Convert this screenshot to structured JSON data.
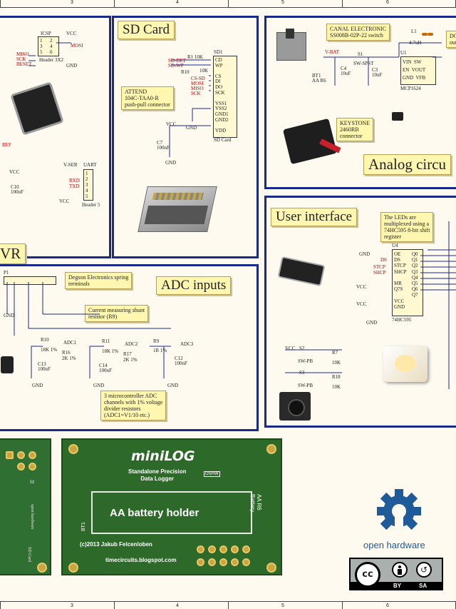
{
  "ruler": {
    "labels": [
      "3",
      "4",
      "5",
      "6"
    ]
  },
  "avr": {
    "title": "VR",
    "icsp_label": "ICSP",
    "vcc": "VCC",
    "miso": "MISO",
    "sck": "SCK",
    "reset": "RESET",
    "mosi": "MOSI",
    "header": "Header 3X2",
    "pins_left": "1\n3\n5",
    "pins_right": "2\n4\n6",
    "gnd": "GND",
    "ref": "REF",
    "vcc2": "VCC",
    "c10": "C10\n100nF",
    "vser": "V-SER",
    "uart": "UART",
    "uart_pins": "1\n2\n3\n4\n5",
    "header5": "Header 5",
    "rxd_txd": "RXD\nTXD"
  },
  "sd": {
    "title": "SD Card",
    "sd1": "SD1",
    "r1": "R1 10K",
    "sd_det": "SD-DET",
    "sd_wp": "SD-WP",
    "r10": "R10",
    "cs": "CS-SD",
    "mosi": "MOSI",
    "miso": "MISO",
    "sck": "SCK",
    "pins": "CD\nWP\n\nCS\nDI\nDO\nSCK\n\nVSS1\nVSS2\nGND1\nGND2\n\nVDD",
    "note": "ATTEND\n104C-TAA0-R\npush-pull connector",
    "vcc": "VCC",
    "c7": "C7\n100nF",
    "gnd": "GND",
    "part": "SD Card",
    "r10k": "10K"
  },
  "analog": {
    "title": "Analog circu",
    "note_switch": "CANAL ELECTRONIC\nSS008B-02P-22 switch",
    "l1": "L1",
    "l1_val": "4.7uH",
    "dc": "DC\nout",
    "vbat": "V-BAT",
    "s1": "S1",
    "s1_name": "SW-SPST",
    "u1": "U1",
    "u1_pins": "VIN  SW\nEN  VOUT\nGND  VFB",
    "u1_part": "MCP1624",
    "bt1": "BT1\nAA R6",
    "c4": "C4\n10uF",
    "c3": "C3\n10uF",
    "note_keystone": "KEYSTONE\n2460RB\nconnector",
    "gnd": "GND"
  },
  "ui": {
    "title": "User interface",
    "note_led": "The LEDs are\nmultiplexed using a\n74HC595 8-bit shift\nregister",
    "u4": "U4",
    "u4_pins_left": "OE\nDS\nSTCP\nSHCP\n\nMR\nQ7S\n\nVCC\nGND",
    "u4_pins_right": "Q0\nQ1\nQ2\nQ3\nQ4\nQ5\nQ6\nQ7",
    "u4_part": "74HC595",
    "ds": "DS",
    "stcp": "STCP",
    "shcp": "SHCP",
    "vcc": "VCC",
    "gnd": "GND",
    "s2": "S2",
    "s3": "S3",
    "swpb": "SW-PB",
    "r7": "R7",
    "r18": "R18",
    "r10k": "10K"
  },
  "adc": {
    "title": "ADC inputs",
    "p1": "P1",
    "note_terminals": "Degson Electronics spring\nterminals",
    "note_shunt": "Current measuring shunt\nresistor (R9)",
    "r10": "R10",
    "r10_val": "18K 1%",
    "r16": "R16",
    "r16_val": "2K 1%",
    "adc1": "ADC1",
    "r11": "R11",
    "r11_val": "18K 1%",
    "r17": "R17",
    "r17_val": "2K 1%",
    "adc2": "ADC2",
    "r9": "R9",
    "r9_val": "1R 1%",
    "adc3": "ADC3",
    "c13": "C13\n100nF",
    "c14": "C14\n100nF",
    "c12": "C12\n100nF",
    "gnd": "GND",
    "note_adc": "3 microcontroller ADC\nchannels with 1% voltage\ndivider resistors\n(ADC1=V1/10 etc.)"
  },
  "pcb_back": {
    "sd_label": "SD Card",
    "oh_label": "open hardware",
    "id": "Id"
  },
  "pcb_front": {
    "logo": "miniLOG",
    "subtitle": "Standalone Precision\nData Logger",
    "battery": "AA battery holder",
    "bt1": "BT1",
    "battery_side": "AA R6 Battery",
    "copyright": "(c)2013 Jakub Felcenloben",
    "url": "timecircuits.blogspot.com",
    "oshw": "OSHW"
  },
  "open_hardware": {
    "label": "open hardware"
  },
  "license": {
    "cc": "cc",
    "by": "BY",
    "sa": "SA"
  },
  "colors": {
    "panel_border": "#1a2a88",
    "note_bg": "#fff7b0",
    "pcb_green": "#2d6a2a",
    "oh_blue": "#1f5a99"
  }
}
